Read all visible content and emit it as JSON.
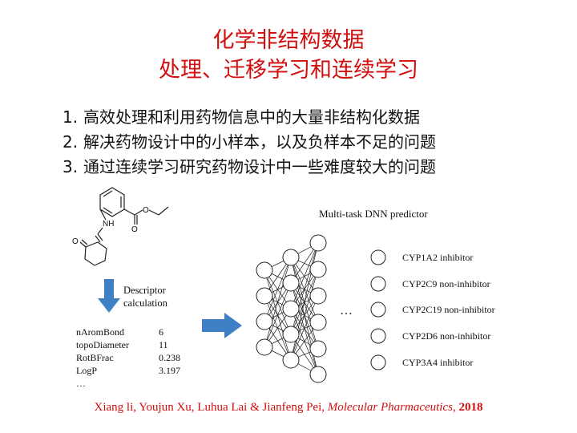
{
  "title": {
    "line1": "化学非结构数据",
    "line2": "处理、迁移学习和连续学习"
  },
  "points": [
    {
      "num": "1.",
      "text": "高效处理和利用药物信息中的大量非结构化数据"
    },
    {
      "num": "2.",
      "text": "解决药物设计中的小样本，以及负样本不足的问题"
    },
    {
      "num": "3.",
      "text": "通过连续学习研究药物设计中一些难度较大的问题"
    }
  ],
  "molecule": {
    "nh_label": "NH",
    "o_label": "O",
    "o_label2": "O",
    "o_label3": "O"
  },
  "descriptor": {
    "label_line1": "Descriptor",
    "label_line2": "calculation",
    "rows": [
      {
        "name": "nAromBond",
        "value": "6"
      },
      {
        "name": "topoDiameter",
        "value": "11"
      },
      {
        "name": "RotBFrac",
        "value": "0.238"
      },
      {
        "name": "LogP",
        "value": "3.197"
      }
    ],
    "ellipsis": "…"
  },
  "network": {
    "title": "Multi-task DNN predictor",
    "ellipsis": "…",
    "outputs": [
      "CYP1A2 inhibitor",
      "CYP2C9 non-inhibitor",
      "CYP2C19 non-inhibitor",
      "CYP2D6 non-inhibitor",
      "CYP3A4 inhibitor"
    ]
  },
  "citation": {
    "authors": "Xiang li, Youjun Xu, Luhua Lai & Jianfeng Pei, ",
    "journal": "Molecular Pharmaceutics",
    "sep": ", ",
    "year": "2018"
  },
  "colors": {
    "title": "#d10f0f",
    "arrow": "#3f7fc6"
  }
}
